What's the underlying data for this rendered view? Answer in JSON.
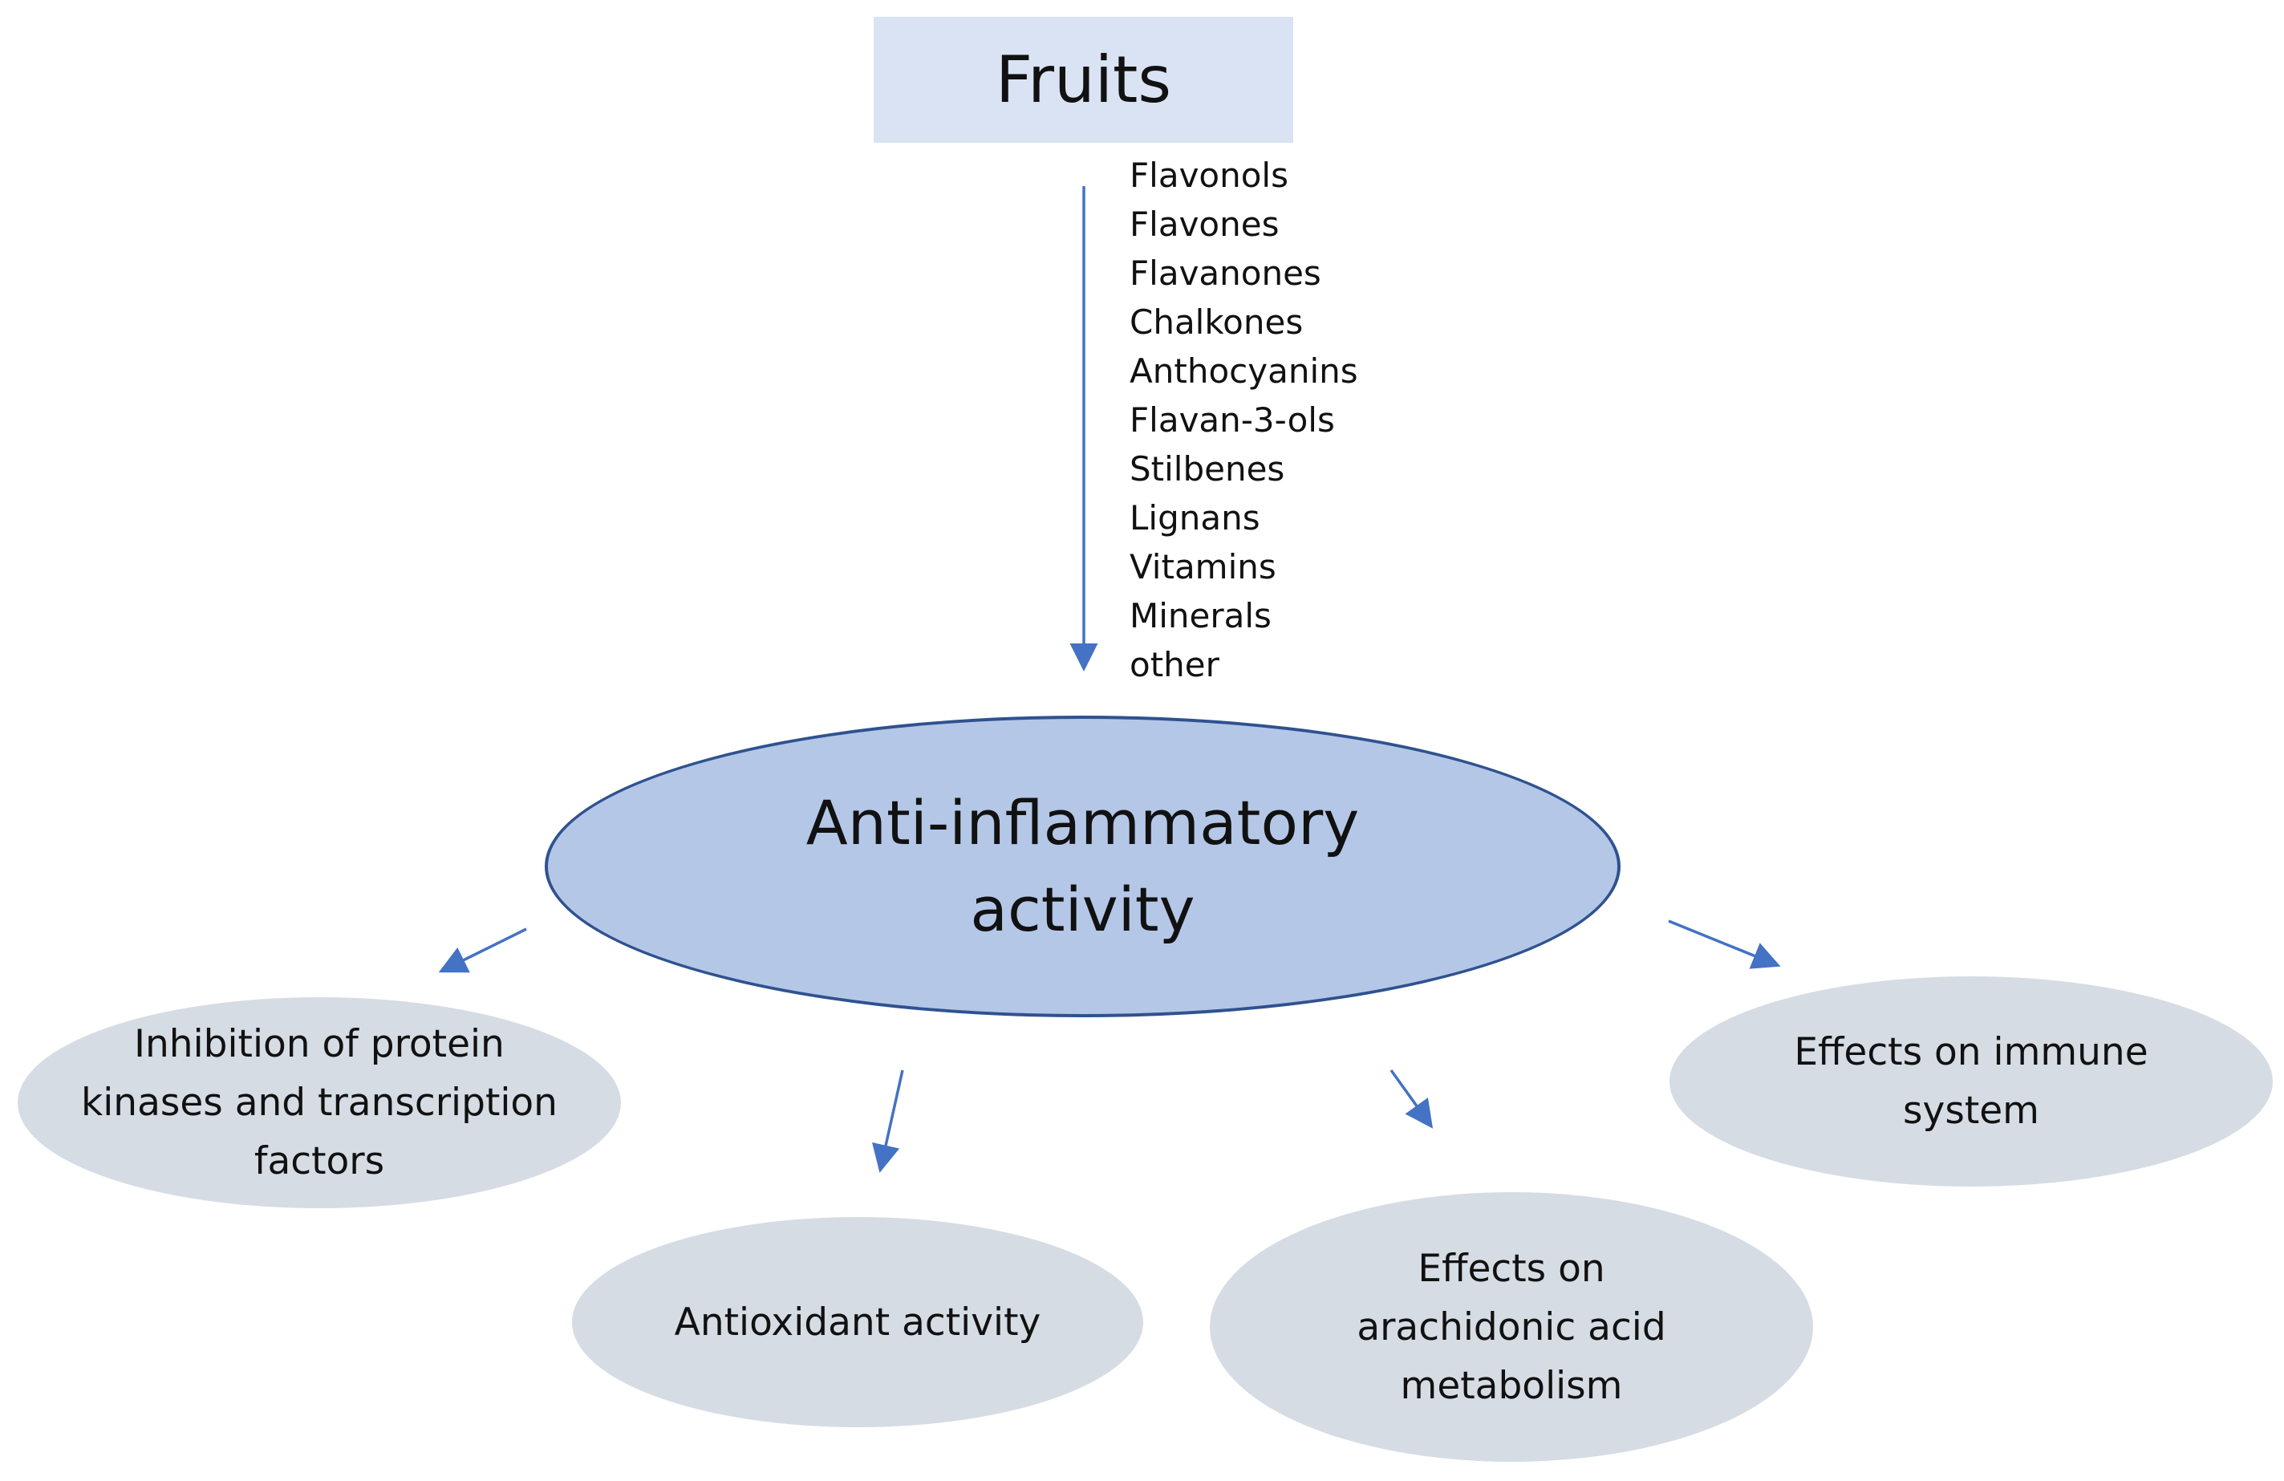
{
  "source": {
    "title": "Fruits"
  },
  "compounds": [
    "Flavonols",
    "Flavones",
    "Flavanones",
    "Chalkones",
    "Anthocyanins",
    "Flavan-3-ols",
    "Stilbenes",
    "Lignans",
    "Vitamins",
    "Minerals",
    "other"
  ],
  "central": {
    "label": "Anti-inflammatory activity"
  },
  "effects": [
    {
      "label": "Inhibition of protein kinases and transcription factors"
    },
    {
      "label": "Antioxidant activity"
    },
    {
      "label": "Effects on arachidonic acid metabolism"
    },
    {
      "label": "Effects on immune system"
    }
  ],
  "colors": {
    "source_fill": "#dae3f3",
    "central_fill": "#b4c7e7",
    "central_stroke": "#2f528f",
    "effect_fill": "#d6dce4",
    "arrow": "#4472c4"
  }
}
